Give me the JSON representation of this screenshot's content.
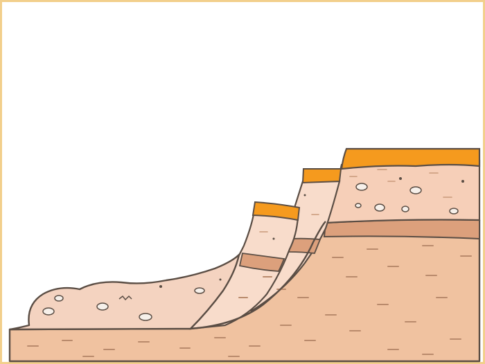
{
  "diagram": {
    "colors": {
      "frame_border": "#f2cf8c",
      "background": "#ffffff",
      "bedrock": "#f0c2a0",
      "block_light": "#f8dccb",
      "slump_debris": "#f4d3c0",
      "cap_layer": "#f59a1e",
      "marker_bed": "#dca07c",
      "outline": "#5a4d44",
      "dash_marks": "#b98a6c",
      "pebble_fill": "#f6f0ea"
    },
    "elements": [
      "bedrock",
      "slump-block-1",
      "slump-block-2",
      "slump-block-3",
      "debris-toe",
      "cap-layer",
      "marker-bed",
      "rotational-slip-surface"
    ]
  }
}
